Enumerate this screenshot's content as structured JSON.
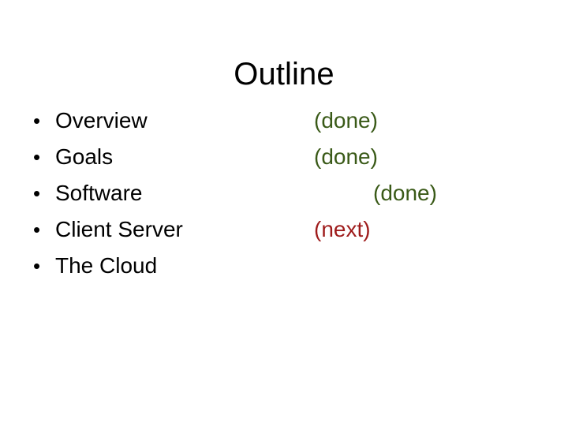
{
  "slide": {
    "title": "Outline",
    "bullet_glyph": "•",
    "colors": {
      "background": "#ffffff",
      "text": "#000000",
      "done": "#3a5a18",
      "next": "#9e1b1b"
    },
    "items": [
      {
        "label": "Overview",
        "status": "(done)",
        "tone": "done",
        "position": "left"
      },
      {
        "label": "Goals",
        "status": "(done)",
        "tone": "done",
        "position": "left"
      },
      {
        "label": "Software",
        "status": "(done)",
        "tone": "done",
        "position": "indent"
      },
      {
        "label": "Client Server",
        "status": "(next)",
        "tone": "next",
        "position": "left"
      },
      {
        "label": "The Cloud",
        "status": "",
        "tone": "none",
        "position": "left"
      }
    ]
  }
}
